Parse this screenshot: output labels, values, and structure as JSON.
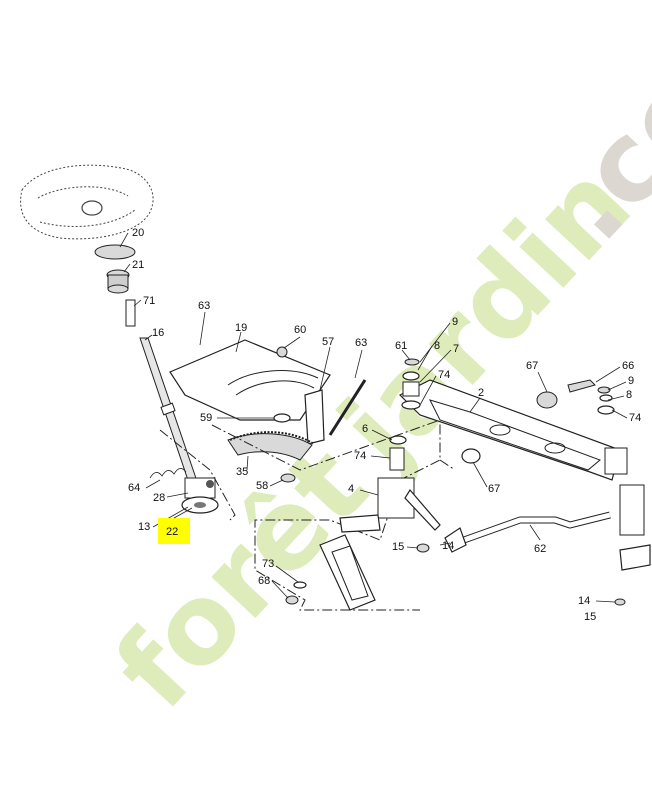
{
  "callouts": [
    {
      "id": "c20",
      "text": "20"
    },
    {
      "id": "c21",
      "text": "21"
    },
    {
      "id": "c71",
      "text": "71"
    },
    {
      "id": "c16",
      "text": "16"
    },
    {
      "id": "c63a",
      "text": "63"
    },
    {
      "id": "c19",
      "text": "19"
    },
    {
      "id": "c60",
      "text": "60"
    },
    {
      "id": "c57",
      "text": "57"
    },
    {
      "id": "c63b",
      "text": "63"
    },
    {
      "id": "c61",
      "text": "61"
    },
    {
      "id": "c9a",
      "text": "9"
    },
    {
      "id": "c8a",
      "text": "8"
    },
    {
      "id": "c7",
      "text": "7"
    },
    {
      "id": "c74a",
      "text": "74"
    },
    {
      "id": "c67a",
      "text": "67"
    },
    {
      "id": "c66",
      "text": "66"
    },
    {
      "id": "c9b",
      "text": "9"
    },
    {
      "id": "c8b",
      "text": "8"
    },
    {
      "id": "c74b",
      "text": "74"
    },
    {
      "id": "c2",
      "text": "2"
    },
    {
      "id": "c59",
      "text": "59"
    },
    {
      "id": "c6",
      "text": "6"
    },
    {
      "id": "c74c",
      "text": "74"
    },
    {
      "id": "c35",
      "text": "35"
    },
    {
      "id": "c58",
      "text": "58"
    },
    {
      "id": "c64",
      "text": "64"
    },
    {
      "id": "c28",
      "text": "28"
    },
    {
      "id": "c13",
      "text": "13"
    },
    {
      "id": "c4",
      "text": "4"
    },
    {
      "id": "c67b",
      "text": "67"
    },
    {
      "id": "c15a",
      "text": "15"
    },
    {
      "id": "c14a",
      "text": "14"
    },
    {
      "id": "c62",
      "text": "62"
    },
    {
      "id": "c73",
      "text": "73"
    },
    {
      "id": "c68",
      "text": "68"
    },
    {
      "id": "c14b",
      "text": "14"
    },
    {
      "id": "c15b",
      "text": "15"
    }
  ],
  "highlight": {
    "text": "22",
    "color": "#ffff00"
  },
  "watermark": {
    "brand": "forêt",
    "brand2": "jardin",
    "suffix": ".com",
    "color_green": "#d9e9b0",
    "color_orange": "#f6c89a",
    "color_grey": "#d6d1c8"
  }
}
